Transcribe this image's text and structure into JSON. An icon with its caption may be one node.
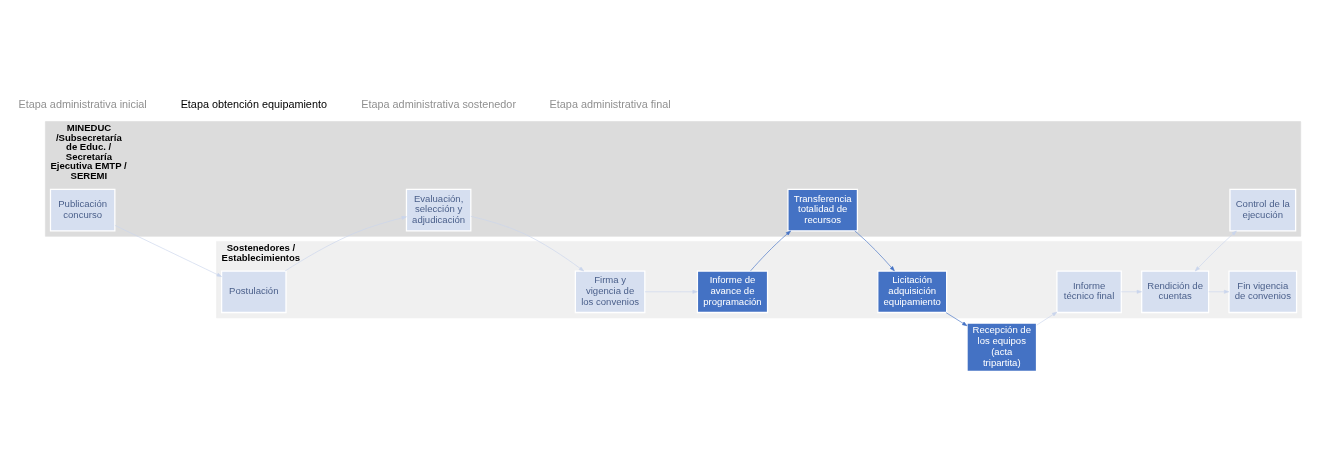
{
  "diagram": {
    "nodes": [
      {
        "text": [
          "MINEDUC /Subsecretaría de Educ. / Secretaría Ejecutiva EMTP / SEREMI"
        ]
      },
      {
        "text": [
          "Sostenedores / Establecimientos"
        ]
      },
      {
        "text": [
          "Publicación concurso"
        ],
        "in": 0
      },
      {
        "text": [
          "Postulación"
        ],
        "in": 1
      },
      {
        "text": [
          "Evaluación, selección y adjudicación"
        ],
        "in": 0
      },
      {
        "text": [
          "Firma y vigencia de los convenios"
        ],
        "in": 1
      },
      {
        "text": [
          "Informe de avance de programación"
        ],
        "in": 1
      },
      {
        "text": [
          "Transferencia totalidad de recursos"
        ],
        "in": 0
      },
      {
        "text": [
          "Licitación adquisición equipamiento"
        ],
        "in": 1
      },
      {
        "text": [
          "Recepción de los equipos (acta tripartita)"
        ]
      },
      {
        "text": [
          "Informe técnico final"
        ],
        "in": 1
      },
      {
        "text": [
          "Control de la ejecución"
        ],
        "in": 0
      },
      {
        "text": [
          "Rendición de cuentas"
        ],
        "in": 1
      },
      {
        "text": [
          "Fin vigencia de convenios"
        ],
        "in": 1
      }
    ],
    "edges": [
      {
        "from": 2,
        "to": 3,
        "arrow": "to"
      },
      {
        "from": 3,
        "to": 4,
        "arrow": "to"
      },
      {
        "from": 4,
        "to": 5,
        "arrow": "to"
      },
      {
        "from": 5,
        "to": 6,
        "arrow": "to"
      },
      {
        "from": 6,
        "to": 7,
        "arrow": "to",
        "color": "#4472c4"
      },
      {
        "from": 7,
        "to": 8,
        "arrow": "to",
        "color": "#4472c4"
      },
      {
        "from": 8,
        "to": 9,
        "arrow": "to",
        "color": "#4472c4"
      },
      {
        "from": 9,
        "to": 10,
        "arrow": "to"
      },
      {
        "from": 10,
        "to": 12,
        "arrow": "to"
      },
      {
        "from": 12,
        "to": 11,
        "arrow": "both"
      },
      {
        "from": 12,
        "to": 13,
        "arrow": "to"
      }
    ],
    "labels": [
      "Etapa administrativa inicial",
      "Etapa obtención equipamiento",
      "Etapa administrativa sostenedor",
      "Etapa administrativa final"
    ]
  }
}
